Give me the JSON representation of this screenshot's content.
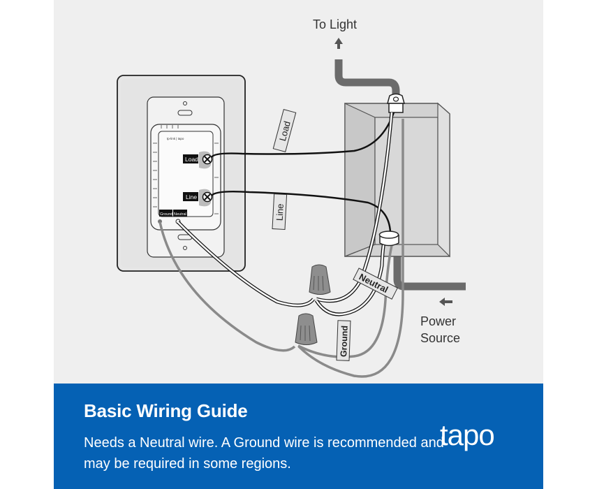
{
  "diagram": {
    "labels": {
      "to_light": "To Light",
      "power_source_line1": "Power",
      "power_source_line2": "Source"
    },
    "wire_tags": {
      "load": "Load",
      "line": "Line",
      "neutral": "Neutral",
      "ground": "Ground"
    },
    "switch_terminals": {
      "load": "Load",
      "line": "Line",
      "ground": "Ground",
      "neutral": "Neutral"
    },
    "switch_brand_mark": "tp-link | tapo"
  },
  "banner": {
    "title": "Basic Wiring Guide",
    "description": "Needs a Neutral wire. A Ground wire is recommended and may be required in some regions.",
    "logo": "tapo"
  },
  "colors": {
    "banner_background": "#0561b4",
    "diagram_background": "#efefef",
    "ground_wire": "#8a8a8a",
    "conduit": "#6b6b6b"
  }
}
